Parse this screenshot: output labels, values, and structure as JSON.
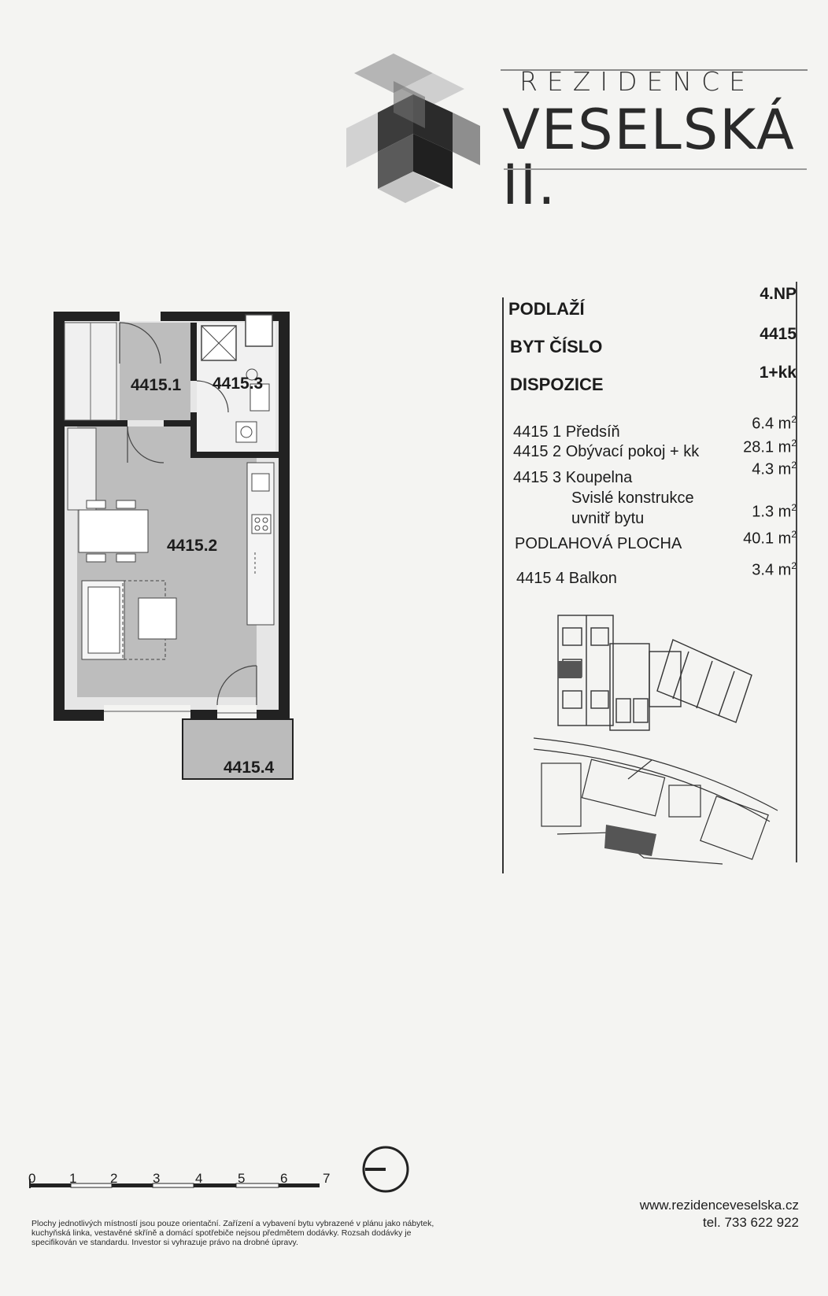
{
  "brand": {
    "name_small": "REZIDENCE",
    "name_big": "VESELSKÁ II."
  },
  "info": {
    "floor_label": "PODLAŽÍ",
    "floor_value": "4.NP",
    "unit_label": "BYT ČÍSLO",
    "unit_value": "4415",
    "layout_label": "DISPOZICE",
    "layout_value": "1+kk"
  },
  "rooms": [
    {
      "name": "4415 1 Předsíň",
      "area": "6.4 m",
      "unit_sup": "2"
    },
    {
      "name": "4415 2 Obývací pokoj + kk",
      "area": "28.1 m",
      "unit_sup": "2"
    },
    {
      "name": "4415 3 Koupelna",
      "area": "4.3 m",
      "unit_sup": "2"
    },
    {
      "name_line1": "Svislé konstrukce",
      "name_line2": "uvnitř bytu",
      "area": "1.3 m",
      "unit_sup": "2"
    },
    {
      "name": "PODLAHOVÁ PLOCHA",
      "area": "40.1 m",
      "unit_sup": "2"
    },
    {
      "name": "4415 4 Balkon",
      "area": "3.4 m",
      "unit_sup": "2"
    }
  ],
  "plan_labels": {
    "hall": "4415.1",
    "bath": "4415.3",
    "living": "4415.2",
    "balcony": "4415.4"
  },
  "scale": [
    "0",
    "1",
    "2",
    "3",
    "4",
    "5",
    "6",
    "7"
  ],
  "footer": {
    "note": "Plochy jednotlivých místností jsou pouze orientační. Zařízení a vybavení bytu vybrazené v plánu jako nábytek, kuchyňská linka, vestavěné skříně a domácí spotřebiče nejsou předmětem dodávky. Rozsah dodávky je specifikován ve standardu. Investor si vyhrazuje právo na drobné úpravy.",
    "website": "www.rezidenceveselska.cz",
    "phone": "tel. 733 622 922"
  }
}
